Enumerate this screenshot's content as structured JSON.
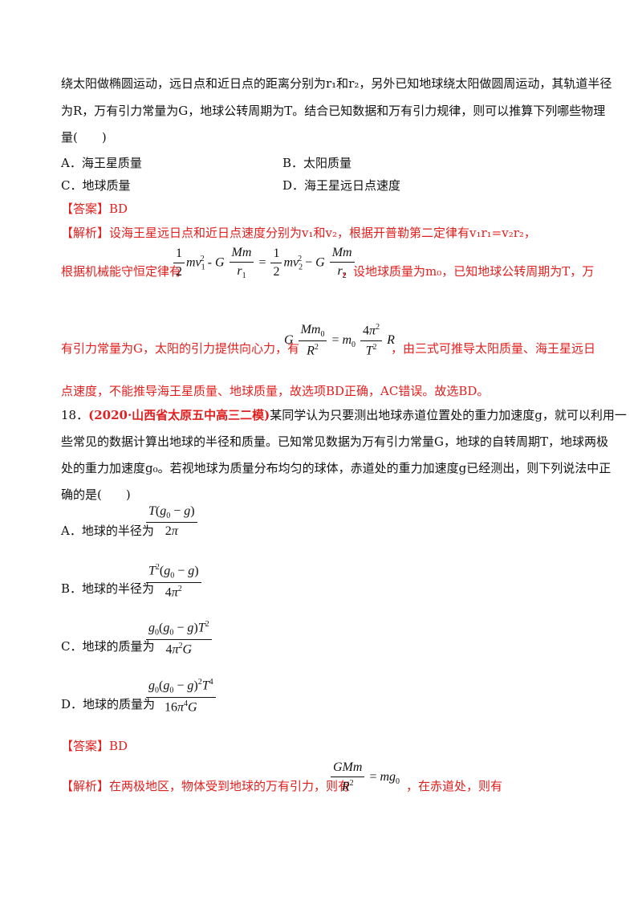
{
  "q17": {
    "line1": "绕太阳做椭圆运动，远日点和近日点的距离分别为r₁和r₂，另外已知地球绕太阳做圆周运动，其轨道半径",
    "line2": "为R，万有引力常量为G，地球公转周期为T。结合已知数据和万有引力规律，则可以推算下列哪些物理",
    "line3": "量(　　)",
    "optA": "A．海王星质量",
    "optB": "B．太阳质量",
    "optC": "C．地球质量",
    "optD": "D．海王星远日点速度",
    "answer_label": "【答案】BD",
    "analysis1": "【解析】设海王星远日点和近日点速度分别为v₁和v₂，根据开普勒第二定律有v₁r₁=v₂r₂，",
    "analysis2_pre": "根据机械能守恒定律有",
    "analysis2_post": "，设地球质量为m₀，已知地球公转周期为T，万",
    "analysis3_pre": "有引力常量为G，太阳的引力提供向心力，有",
    "analysis3_post": "，由三式可推导太阳质量、海王星远日",
    "analysis4": "点速度，不能推导海王星质量、地球质量，故选项BD正确，AC错误。故选BD。"
  },
  "q18": {
    "number": "18．",
    "source": "(2020·山西省太原五中高三二模)",
    "line1_rest": "某同学认为只要测出地球赤道位置处的重力加速度g，就可以利用一",
    "line2": "些常见的数据计算出地球的半径和质量。已知常见数据为万有引力常量G，地球的自转周期T，地球两极",
    "line3": "处的重力加速度g₀。若视地球为质量分布均匀的球体，赤道处的重力加速度g已经测出，则下列说法中正",
    "line4": "确的是(　　)",
    "optA": "A．地球的半径为",
    "optB": "B．地球的半径为",
    "optC": "C．地球的质量为",
    "optD": "D．地球的质量为",
    "answer_label": "【答案】BD",
    "analysis_pre": "【解析】在两极地区，物体受到地球的万有引力，则有",
    "analysis_post": "，在赤道处，则有"
  }
}
